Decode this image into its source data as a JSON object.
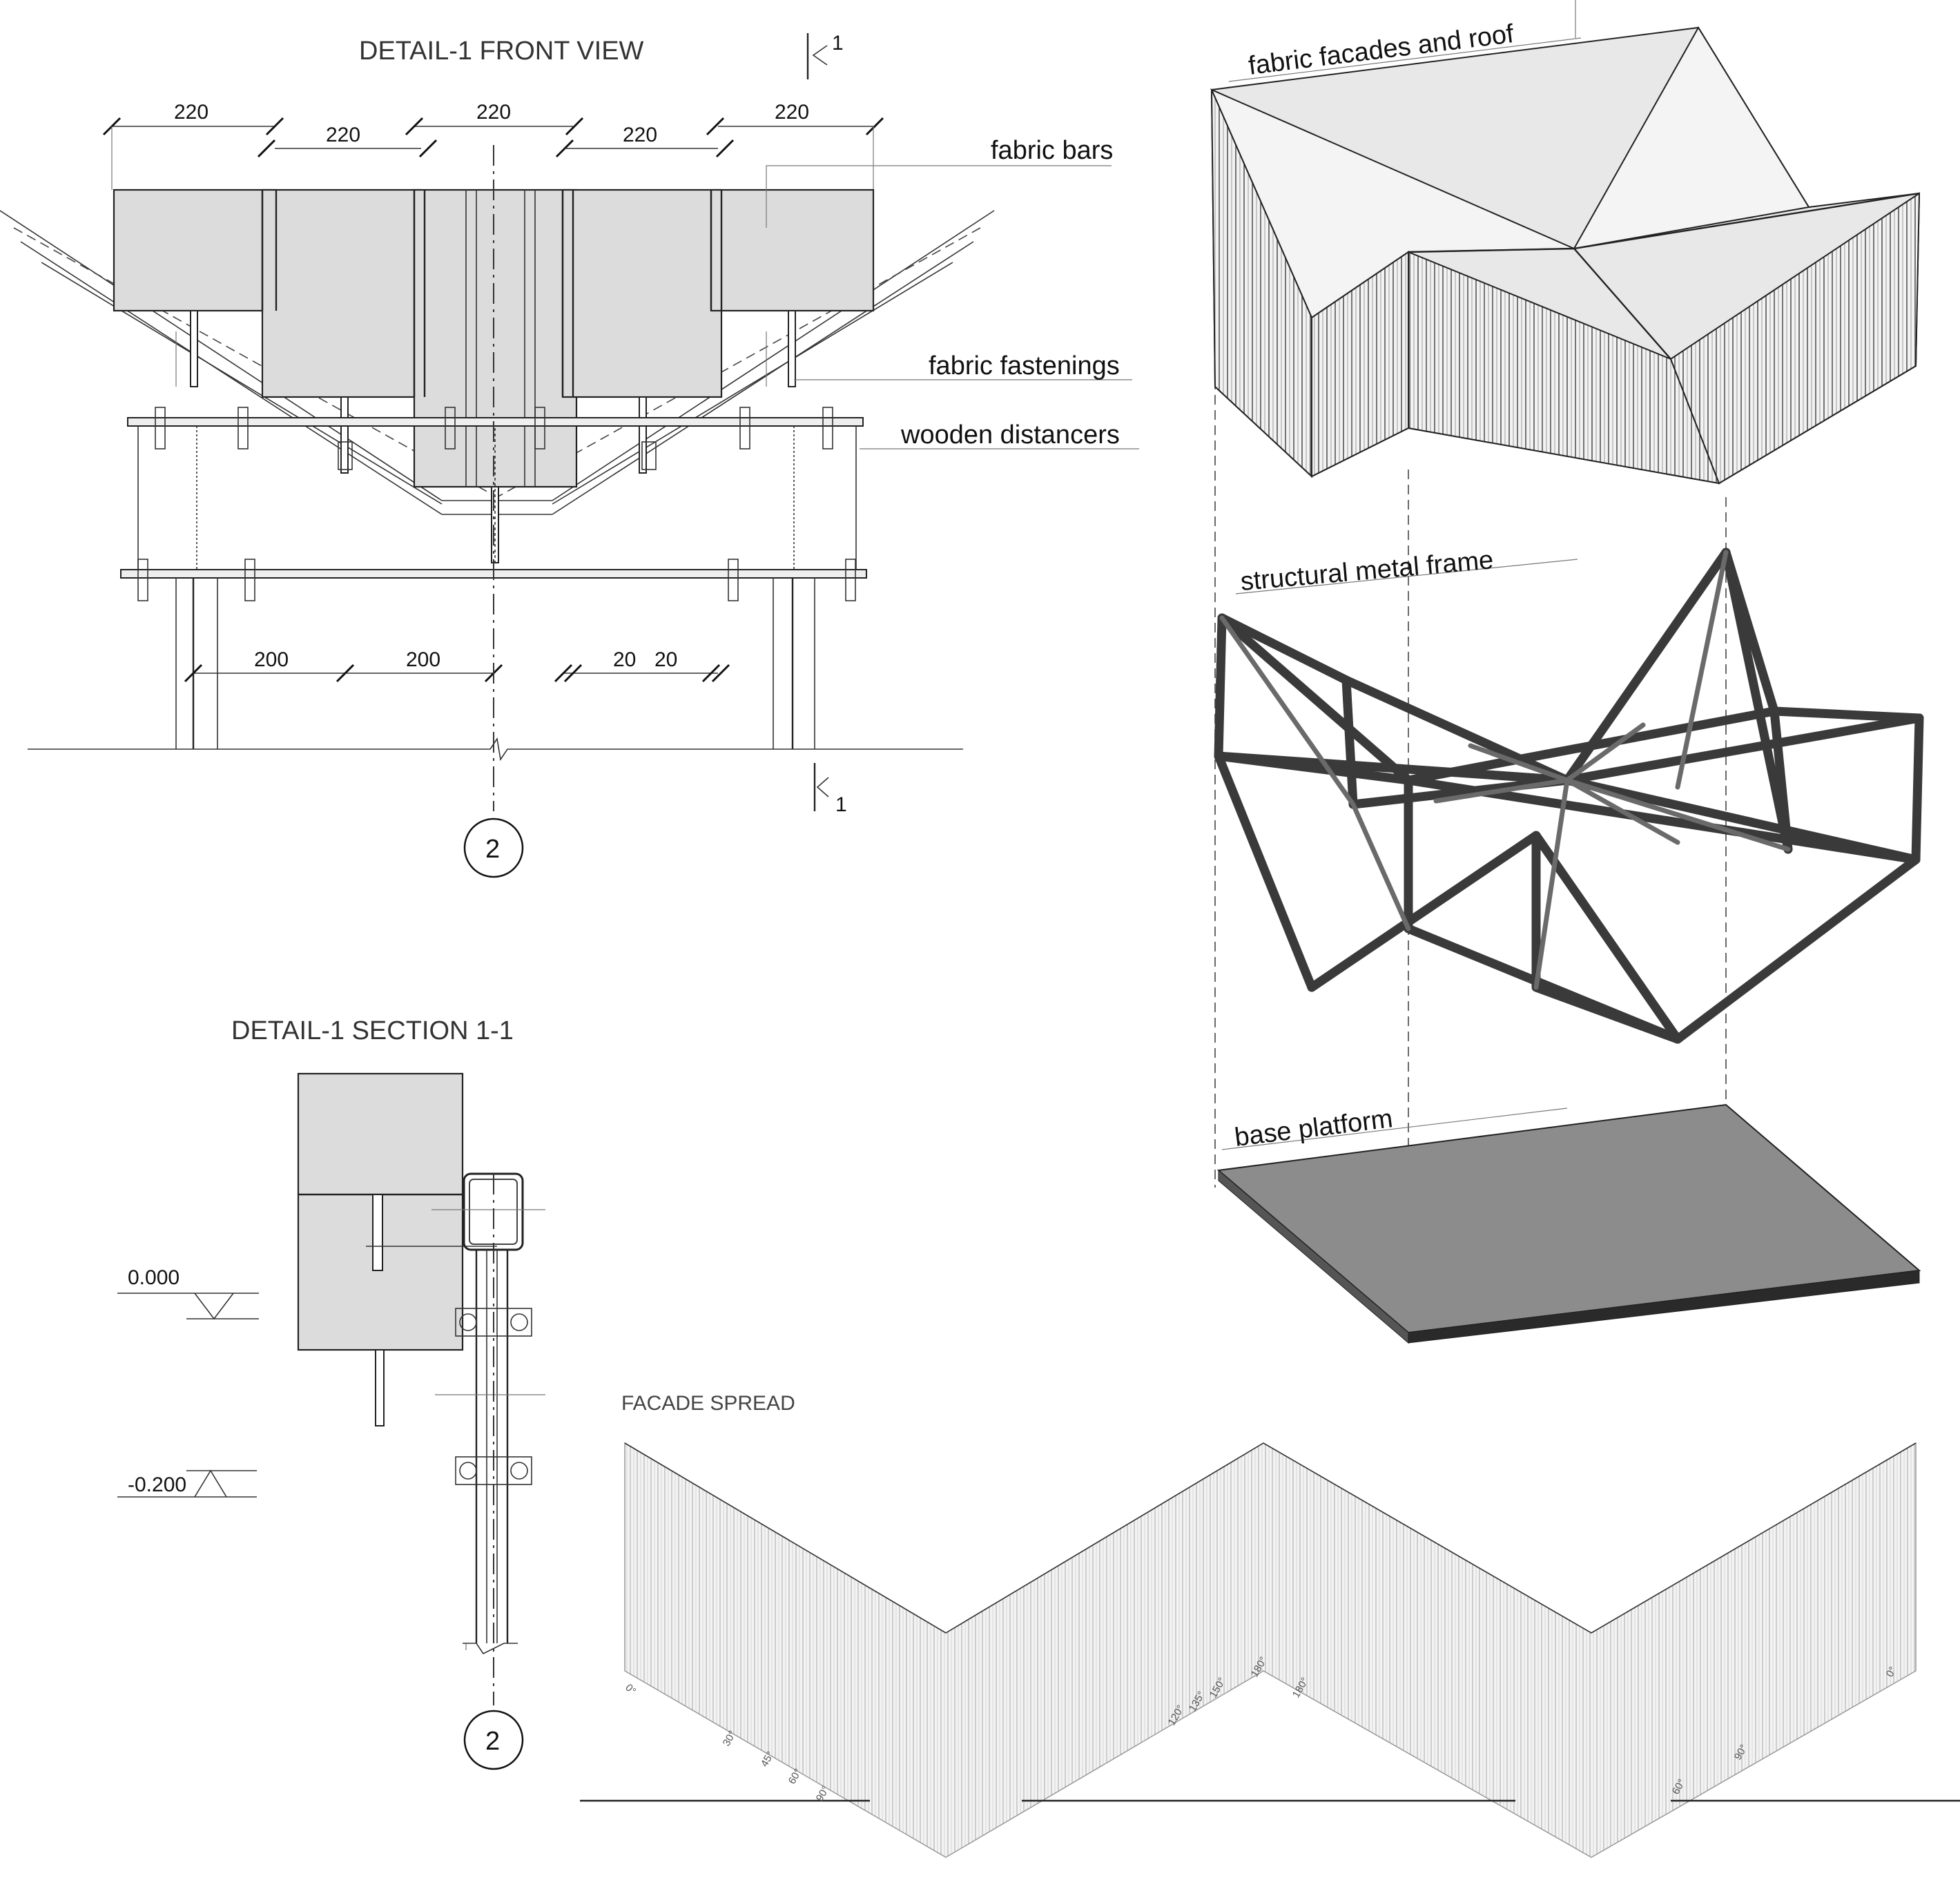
{
  "front_view": {
    "title": "DETAIL-1  FRONT VIEW",
    "section_mark": "1",
    "top_dims": [
      "220",
      "220",
      "220",
      "220",
      "220"
    ],
    "bottom_dims": [
      "200",
      "200",
      "20",
      "20"
    ],
    "labels": {
      "fabric_bars": "fabric bars",
      "fabric_fastenings": "fabric fastenings",
      "wooden_distancers": "wooden distancers"
    },
    "axis": "2"
  },
  "section": {
    "title": "DETAIL-1  SECTION 1-1",
    "level_top": "0.000",
    "level_bottom": "-0.200",
    "axis": "2"
  },
  "axonometric": {
    "fabric": "fabric facades and roof",
    "frame": "structural metal frame",
    "base": "base platform"
  },
  "facade_spread": {
    "title": "FACADE SPREAD",
    "angle_label_samples": [
      "0°",
      "30°",
      "45°",
      "60°",
      "90°",
      "120°",
      "135°",
      "150°",
      "180°"
    ]
  },
  "colors": {
    "fabric": "#dcdcdc",
    "frame": "#3a3a3a",
    "platform": "#8c8c8c"
  }
}
